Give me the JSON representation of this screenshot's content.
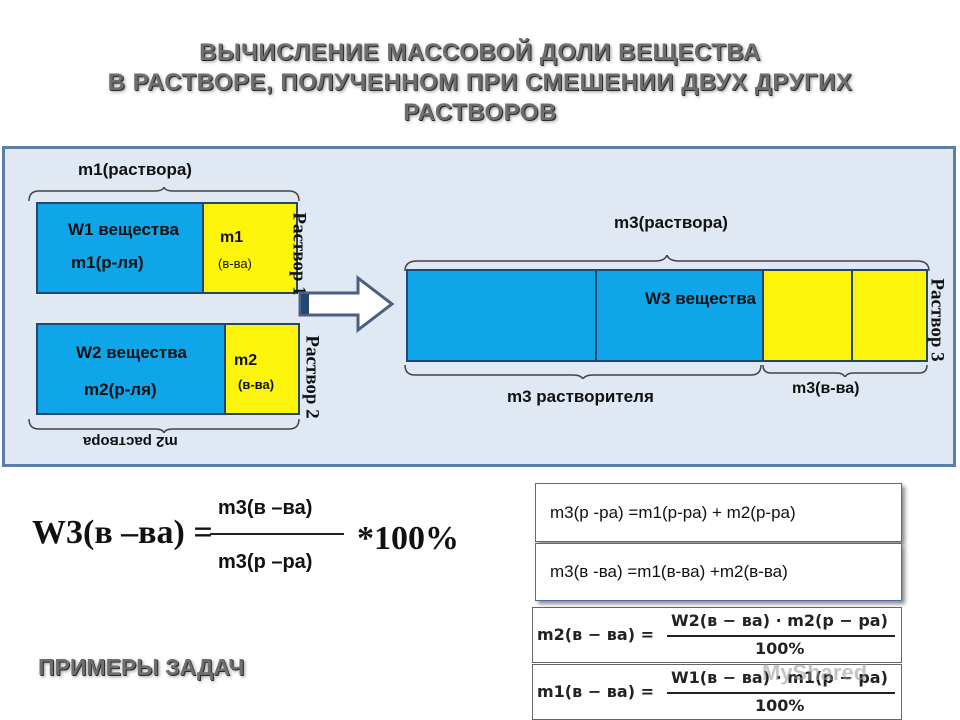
{
  "title": {
    "line1": "ВЫЧИСЛЕНИЕ МАССОВОЙ ДОЛИ ВЕЩЕСТВА",
    "line2": "В РАСТВОРЕ,  ПОЛУЧЕННОМ ПРИ СМЕШЕНИИ ДВУХ ДРУГИХ",
    "line3": "РАСТВОРОВ"
  },
  "scheme": {
    "m1_solution": "m1(раствора)",
    "w1": "W1 вещества",
    "m1_solvent": "m1(р-ля)",
    "m1_substance": "m1",
    "m1_substance_sub": "(в-ва)",
    "solution1": "Раствор 1",
    "w2": "W2 вещества",
    "m2_solvent": "m2(р-ля)",
    "m2_substance": "m2",
    "m2_substance_sub": "(в-ва)",
    "solution2": "Раствор 2",
    "m2_solution": "m2 раствора",
    "m3_solution": "m3(раствора)",
    "w3": "W3 вещества",
    "solution3": "Раствор 3",
    "m3_solvent": "m3 растворителя",
    "m3_substance": "m3(в-ва)"
  },
  "formula": {
    "lhs": "W3(в –ва) =",
    "numerator": "m3(в –ва)",
    "denominator": "m3(р –ра)",
    "multiplier": "*100%"
  },
  "equations": {
    "eq1": "m3(р -ра) =m1(р-ра) + m2(р-ра)",
    "eq2": "m3(в -ва) =m1(в-ва) +m2(в-ва)"
  },
  "fractions": {
    "f1_lhs": "m2(в − ва) =",
    "f1_num": "W2(в − ва) · m2(р − ра)",
    "f1_den": "100%",
    "f2_lhs": "m1(в − ва) =",
    "f2_num": "W1(в − ва) · m1(р − ра)",
    "f2_den": "100%"
  },
  "examples": "ПРИМЕРЫ ЗАДАЧ",
  "watermark": "MyShared",
  "colors": {
    "blue": "#0ea5e9",
    "yellow": "#fcf40a",
    "panel": "#dfe8f3",
    "panel_border": "#5b7ea8"
  }
}
